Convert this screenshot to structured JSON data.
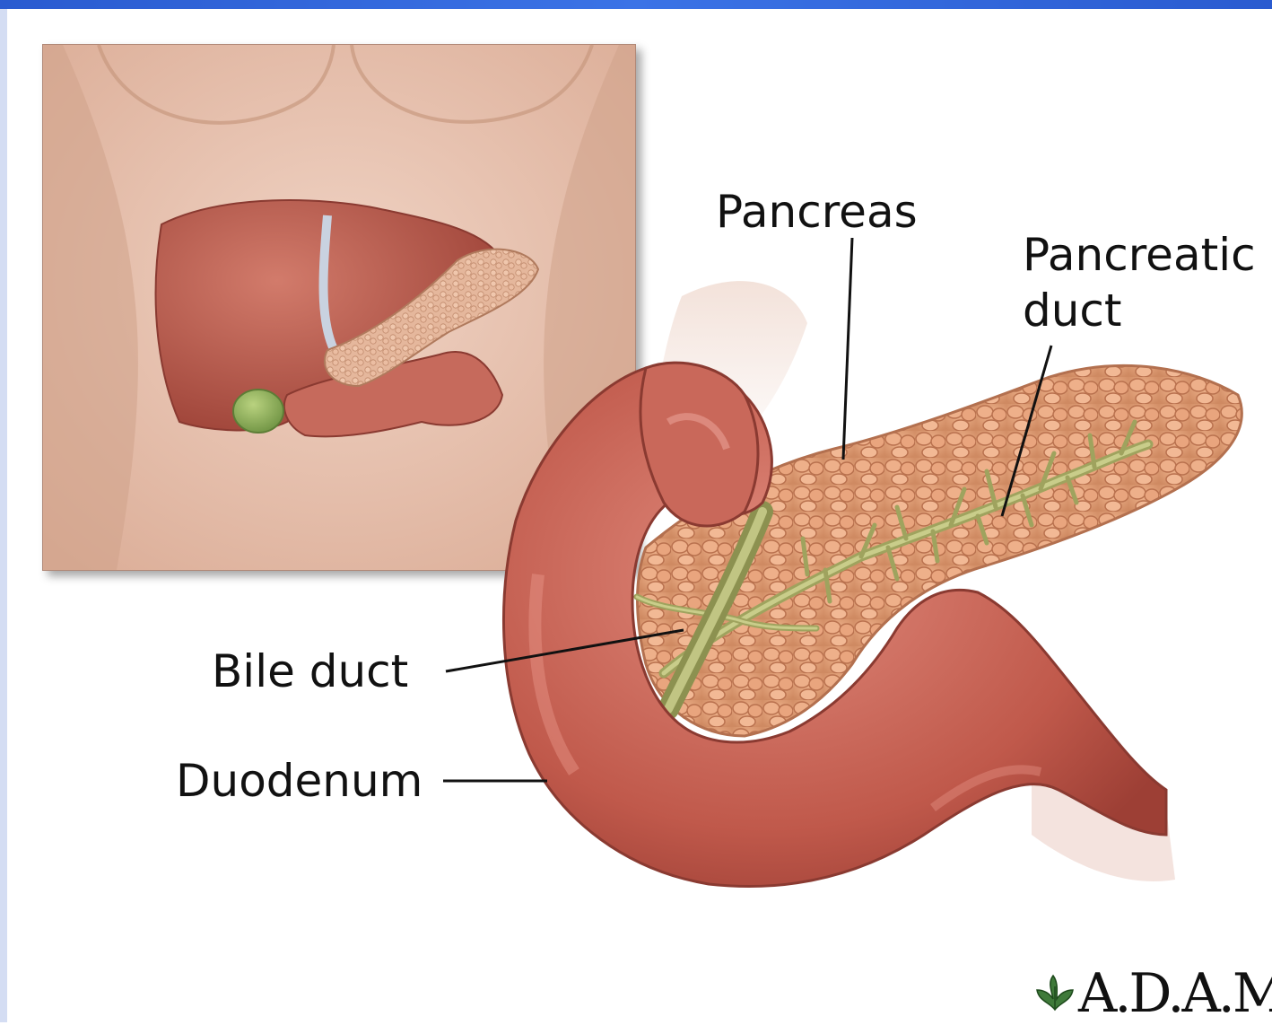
{
  "labels": {
    "pancreas": "Pancreas",
    "pancreatic_duct_line1": "Pancreatic",
    "pancreatic_duct_line2": "duct",
    "bile_duct": "Bile duct",
    "duodenum": "Duodenum"
  },
  "logo": {
    "text": "A.D.A.M.",
    "icon": "leaf-logo-icon"
  },
  "colors": {
    "frame_accent": "#2f64d6",
    "duodenum": "#c55a4c",
    "pancreas": "#e6a27a",
    "ducts": "#a9ad6a",
    "liver": "#b9574a",
    "gallbladder": "#8fb35a",
    "skin": "#e9c5b4"
  }
}
